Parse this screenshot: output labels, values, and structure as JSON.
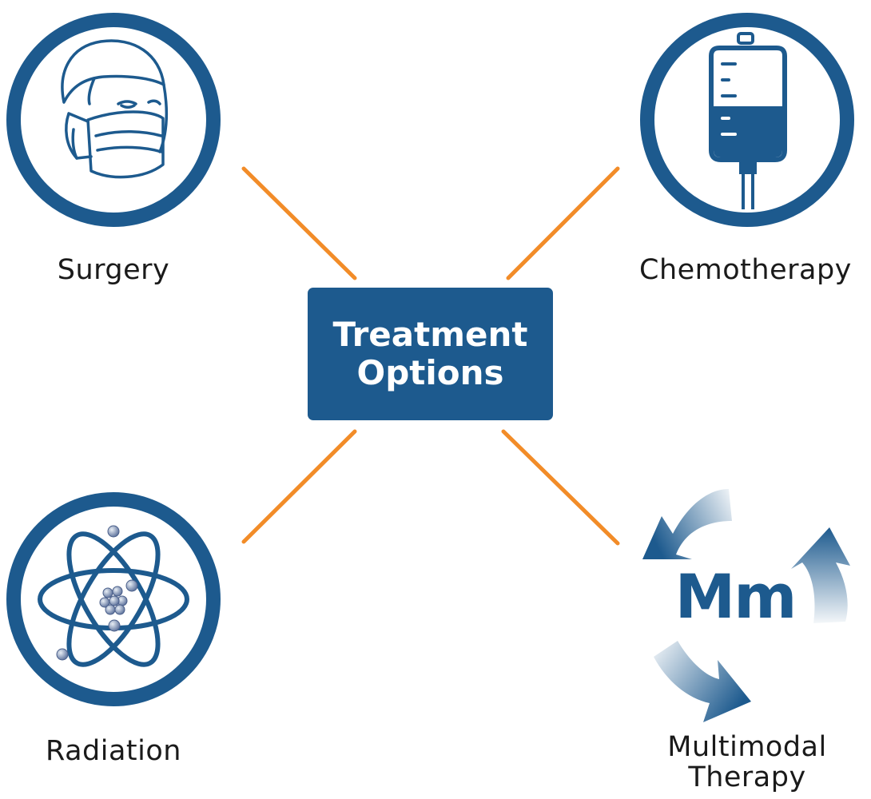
{
  "center": {
    "line1": "Treatment",
    "line2": "Options"
  },
  "options": {
    "surgery": {
      "label": "Surgery",
      "icon": "surgeon-mask-icon"
    },
    "chemotherapy": {
      "label": "Chemotherapy",
      "icon": "iv-bag-icon"
    },
    "radiation": {
      "label": "Radiation",
      "icon": "atom-icon"
    },
    "multimodal": {
      "symbol": "Mm",
      "line1": "Multimodal",
      "line2": "Therapy",
      "icon": "cycle-arrows-icon"
    }
  },
  "colors": {
    "primary": "#1d5a8e",
    "connector": "#f28c28",
    "text": "#1a1a1a",
    "background": "#ffffff"
  }
}
